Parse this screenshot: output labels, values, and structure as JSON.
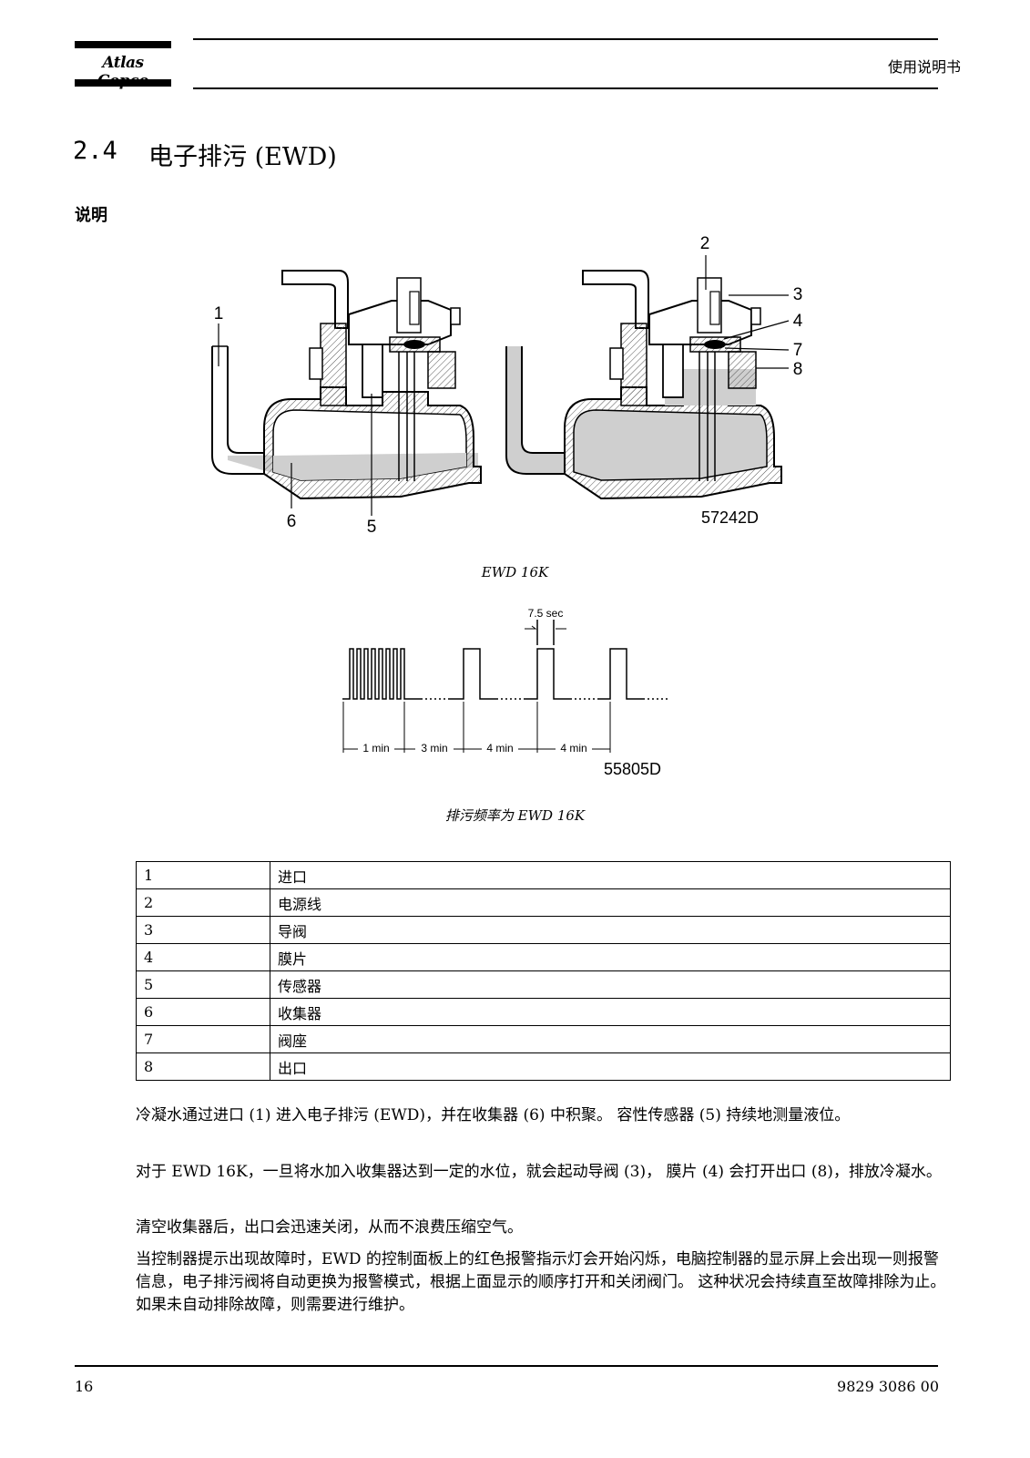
{
  "header": {
    "logo_text": "Atlas Copco",
    "label": "使用说明书"
  },
  "section": {
    "number": "2.4",
    "title": "电子排污 (EWD)"
  },
  "subheading": "说明",
  "figure1": {
    "callouts": [
      "1",
      "2",
      "3",
      "4",
      "5",
      "6",
      "7",
      "8"
    ],
    "code": "57242D",
    "caption": "EWD 16K"
  },
  "figure2": {
    "chart_data": {
      "type": "timing",
      "pulse_width_label": "7.5 sec",
      "interval_labels": [
        "1 min",
        "3 min",
        "4 min",
        "4 min"
      ],
      "code": "55805D"
    },
    "caption": "排污频率为 EWD 16K"
  },
  "legend": [
    {
      "num": "1",
      "label": "进口"
    },
    {
      "num": "2",
      "label": "电源线"
    },
    {
      "num": "3",
      "label": "导阀"
    },
    {
      "num": "4",
      "label": "膜片"
    },
    {
      "num": "5",
      "label": "传感器"
    },
    {
      "num": "6",
      "label": "收集器"
    },
    {
      "num": "7",
      "label": "阀座"
    },
    {
      "num": "8",
      "label": "出口"
    }
  ],
  "paragraphs": [
    "冷凝水通过进口 (1) 进入电子排污 (EWD)，并在收集器 (6) 中积聚。 容性传感器 (5) 持续地测量液位。",
    "对于 EWD 16K，一旦将水加入收集器达到一定的水位，就会起动导阀 (3)， 膜片 (4) 会打开出口 (8)，排放冷凝水。",
    "清空收集器后，出口会迅速关闭，从而不浪费压缩空气。",
    "当控制器提示出现故障时，EWD 的控制面板上的红色报警指示灯会开始闪烁，电脑控制器的显示屏上会出现一则报警信息，电子排污阀将自动更换为报警模式，根据上面显示的顺序打开和关闭阀门。 这种状况会持续直至故障排除为止。 如果未自动排除故障，则需要进行维护。"
  ],
  "footer": {
    "page_number": "16",
    "doc_number": "9829 3086 00"
  }
}
